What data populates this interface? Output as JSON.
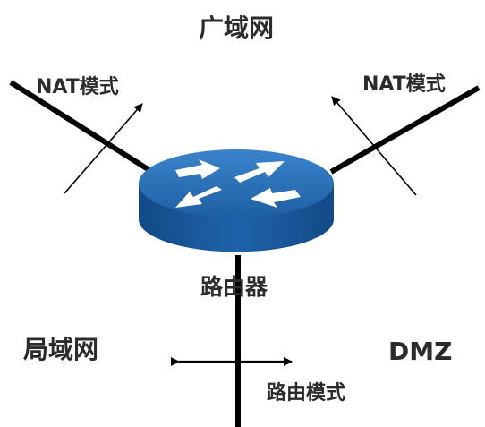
{
  "diagram": {
    "wan_label": "广域网",
    "lan_label": "局域网",
    "dmz_label": "DMZ",
    "router_label": "路由器",
    "nat_mode_left": "NAT模式",
    "nat_mode_right": "NAT模式",
    "routing_mode": "路由模式"
  },
  "colors": {
    "router_top": "#2a6fb5",
    "router_side": "#1d5a9c",
    "router_arrows": "#ffffff",
    "lines": "#000000"
  },
  "icons": {
    "router": "router-icon"
  }
}
